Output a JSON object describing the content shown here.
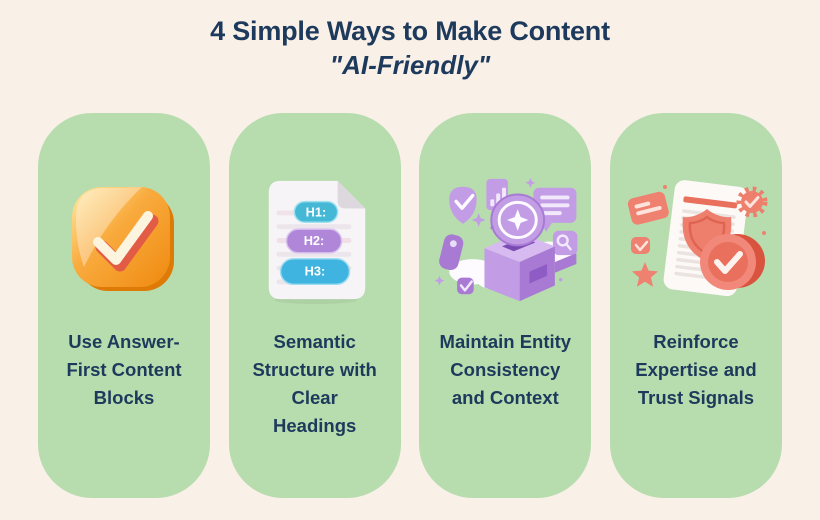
{
  "title": {
    "line1": "4 Simple Ways to Make Content",
    "line2": "\"AI-Friendly\""
  },
  "cards": [
    {
      "id": "answer-first",
      "icon": "check-mark-icon",
      "label": "Use Answer-\nFirst Content\nBlocks"
    },
    {
      "id": "semantic-structure",
      "icon": "document-headings-icon",
      "label": "Semantic\nStructure with\nClear\nHeadings",
      "pills": [
        {
          "label": "H1:",
          "color": "#45b8d5"
        },
        {
          "label": "H2:",
          "color": "#b087d8"
        },
        {
          "label": "H3:",
          "color": "#3fb4e0"
        }
      ]
    },
    {
      "id": "entity-consistency",
      "icon": "entity-box-icon",
      "label": "Maintain Entity\nConsistency\nand Context"
    },
    {
      "id": "trust-signals",
      "icon": "trust-badge-icon",
      "label": "Reinforce\nExpertise and\nTrust Signals"
    }
  ],
  "colors": {
    "background": "#f9f0e8",
    "card": "#b7dcae",
    "title": "#1d3a5c",
    "label": "#1d3a5c",
    "check_orange": "#f09122",
    "check_shadow_red": "#e25c45",
    "entity_purple": "#bd93e2",
    "trust_coral": "#ee7f6d"
  }
}
